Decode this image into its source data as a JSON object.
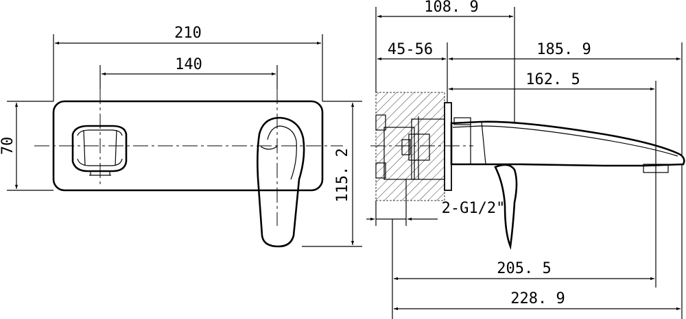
{
  "drawing": {
    "front_view": {
      "plate_width": "210",
      "handle_spacing": "140",
      "plate_height": "70",
      "handle_height": "115. 2"
    },
    "side_view": {
      "wall_body_width": "108. 9",
      "wall_depth_range": "45-56",
      "spout_length_from_plate": "185. 9",
      "spout_reach": "162. 5",
      "thread_spec": "2-G1/2\"",
      "reach_from_body": "205. 5",
      "total_length": "228. 9"
    }
  }
}
